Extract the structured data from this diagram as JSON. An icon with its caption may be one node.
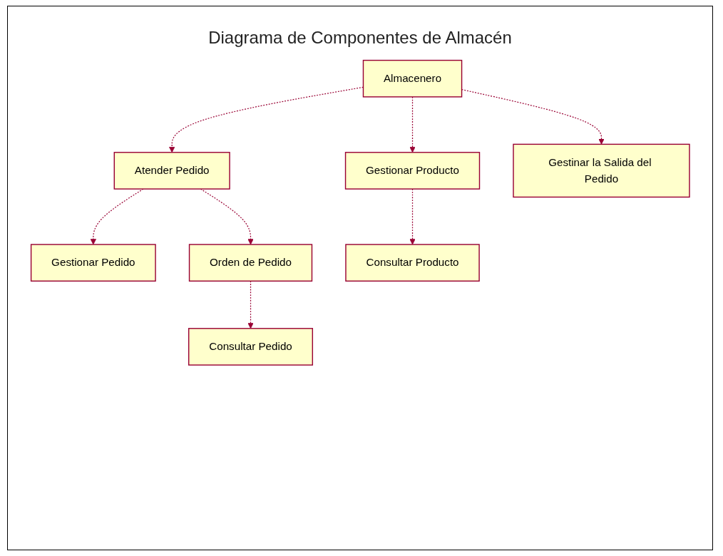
{
  "diagram": {
    "title": "Diagrama de Componentes de Almacén",
    "nodes": [
      {
        "text": [
          "Almacenero"
        ]
      },
      {
        "text": [
          "Atender Pedido"
        ]
      },
      {
        "text": [
          "Gestionar Producto"
        ]
      },
      {
        "text": [
          "Gestinar la Salida del Pedido"
        ]
      },
      {
        "text": [
          "Gestionar Pedido"
        ]
      },
      {
        "text": [
          "Orden de Pedido"
        ]
      },
      {
        "text": [
          "Consultar Producto"
        ]
      },
      {
        "text": [
          "Consultar Pedido"
        ]
      }
    ],
    "edges": [
      {
        "from": 0,
        "to": 1,
        "arrow": "to",
        "style": "dashed"
      },
      {
        "from": 0,
        "to": 2,
        "arrow": "to",
        "style": "dashed"
      },
      {
        "from": 0,
        "to": 3,
        "arrow": "to",
        "style": "dashed"
      },
      {
        "from": 1,
        "to": 4,
        "arrow": "to",
        "style": "dashed"
      },
      {
        "from": 1,
        "to": 5,
        "arrow": "to",
        "style": "dashed"
      },
      {
        "from": 2,
        "to": 6,
        "arrow": "to",
        "style": "dashed"
      },
      {
        "from": 5,
        "to": 7,
        "arrow": "to",
        "style": "dashed"
      }
    ]
  }
}
